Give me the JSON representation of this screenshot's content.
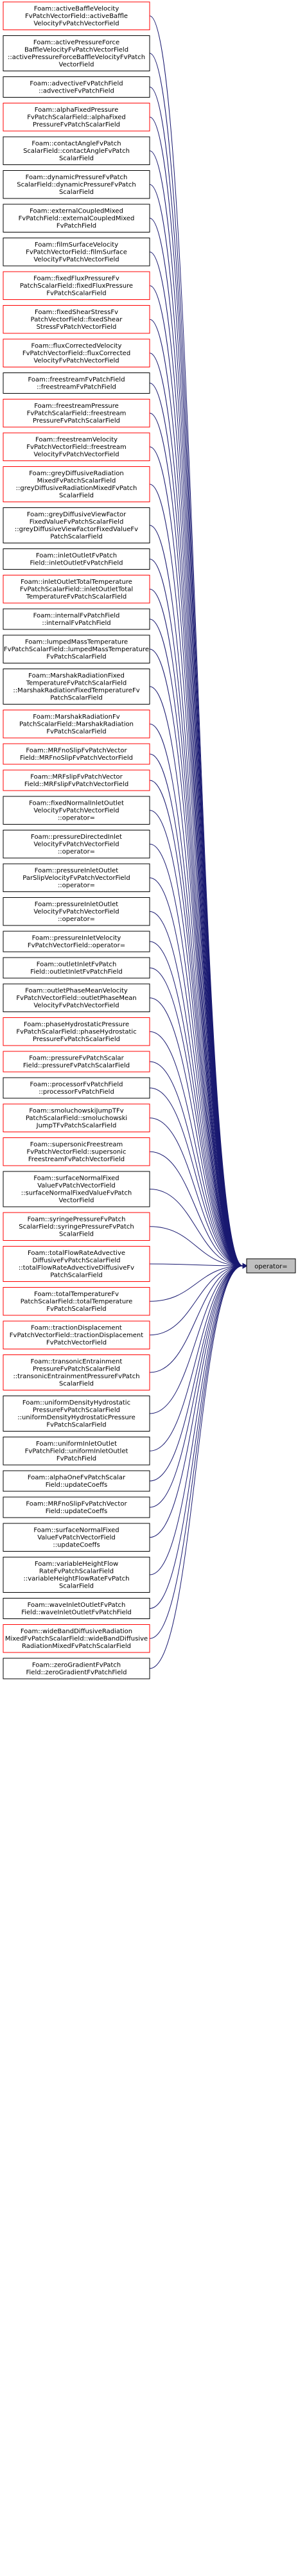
{
  "colors": {
    "edge": "#191970",
    "border_documented": "#000000",
    "border_undocumented": "#ff0000",
    "target_fill": "#bfbfbf",
    "node_fill": "#ffffff"
  },
  "target": {
    "label": "operator="
  },
  "nodes": [
    {
      "lines": [
        "Foam::activeBaffleVelocity",
        "FvPatchVectorField::activeBaffle",
        "VelocityFvPatchVectorField"
      ],
      "border": "red"
    },
    {
      "lines": [
        "Foam::activePressureForce",
        "BaffleVelocityFvPatchVectorField",
        "::activePressureForceBaffleVelocityFvPatch",
        "VectorField"
      ],
      "border": "black"
    },
    {
      "lines": [
        "Foam::advectiveFvPatchField",
        "::advectiveFvPatchField"
      ],
      "border": "black"
    },
    {
      "lines": [
        "Foam::alphaFixedPressure",
        "FvPatchScalarField::alphaFixed",
        "PressureFvPatchScalarField"
      ],
      "border": "red"
    },
    {
      "lines": [
        "Foam::contactAngleFvPatch",
        "ScalarField::contactAngleFvPatch",
        "ScalarField"
      ],
      "border": "black"
    },
    {
      "lines": [
        "Foam::dynamicPressureFvPatch",
        "ScalarField::dynamicPressureFvPatch",
        "ScalarField"
      ],
      "border": "black"
    },
    {
      "lines": [
        "Foam::externalCoupledMixed",
        "FvPatchField::externalCoupledMixed",
        "FvPatchField"
      ],
      "border": "black"
    },
    {
      "lines": [
        "Foam::filmSurfaceVelocity",
        "FvPatchVectorField::filmSurface",
        "VelocityFvPatchVectorField"
      ],
      "border": "black"
    },
    {
      "lines": [
        "Foam::fixedFluxPressureFv",
        "PatchScalarField::fixedFluxPressure",
        "FvPatchScalarField"
      ],
      "border": "red"
    },
    {
      "lines": [
        "Foam::fixedShearStressFv",
        "PatchVectorField::fixedShear",
        "StressFvPatchVectorField"
      ],
      "border": "red"
    },
    {
      "lines": [
        "Foam::fluxCorrectedVelocity",
        "FvPatchVectorField::fluxCorrected",
        "VelocityFvPatchVectorField"
      ],
      "border": "red"
    },
    {
      "lines": [
        "Foam::freestreamFvPatchField",
        "::freestreamFvPatchField"
      ],
      "border": "black"
    },
    {
      "lines": [
        "Foam::freestreamPressure",
        "FvPatchScalarField::freestream",
        "PressureFvPatchScalarField"
      ],
      "border": "red"
    },
    {
      "lines": [
        "Foam::freestreamVelocity",
        "FvPatchVectorField::freestream",
        "VelocityFvPatchVectorField"
      ],
      "border": "red"
    },
    {
      "lines": [
        "Foam::greyDiffusiveRadiation",
        "MixedFvPatchScalarField",
        "::greyDiffusiveRadiationMixedFvPatch",
        "ScalarField"
      ],
      "border": "red"
    },
    {
      "lines": [
        "Foam::greyDiffusiveViewFactor",
        "FixedValueFvPatchScalarField",
        "::greyDiffusiveViewFactorFixedValueFv",
        "PatchScalarField"
      ],
      "border": "black"
    },
    {
      "lines": [
        "Foam::inletOutletFvPatch",
        "Field::inletOutletFvPatchField"
      ],
      "border": "black"
    },
    {
      "lines": [
        "Foam::inletOutletTotalTemperature",
        "FvPatchScalarField::inletOutletTotal",
        "TemperatureFvPatchScalarField"
      ],
      "border": "red"
    },
    {
      "lines": [
        "Foam::internalFvPatchField",
        "::internalFvPatchField"
      ],
      "border": "black"
    },
    {
      "lines": [
        "Foam::lumpedMassTemperature",
        "FvPatchScalarField::lumpedMassTemperature",
        "FvPatchScalarField"
      ],
      "border": "black"
    },
    {
      "lines": [
        "Foam::MarshakRadiationFixed",
        "TemperatureFvPatchScalarField",
        "::MarshakRadiationFixedTemperatureFv",
        "PatchScalarField"
      ],
      "border": "black"
    },
    {
      "lines": [
        "Foam::MarshakRadiationFv",
        "PatchScalarField::MarshakRadiation",
        "FvPatchScalarField"
      ],
      "border": "red"
    },
    {
      "lines": [
        "Foam::MRFnoSlipFvPatchVector",
        "Field::MRFnoSlipFvPatchVectorField"
      ],
      "border": "red"
    },
    {
      "lines": [
        "Foam::MRFslipFvPatchVector",
        "Field::MRFslipFvPatchVectorField"
      ],
      "border": "red"
    },
    {
      "lines": [
        "Foam::fixedNormalInletOutlet",
        "VelocityFvPatchVectorField",
        "::operator="
      ],
      "border": "black"
    },
    {
      "lines": [
        "Foam::pressureDirectedInlet",
        "VelocityFvPatchVectorField",
        "::operator="
      ],
      "border": "black"
    },
    {
      "lines": [
        "Foam::pressureInletOutlet",
        "ParSlipVelocityFvPatchVectorField",
        "::operator="
      ],
      "border": "black"
    },
    {
      "lines": [
        "Foam::pressureInletOutlet",
        "VelocityFvPatchVectorField",
        "::operator="
      ],
      "border": "black"
    },
    {
      "lines": [
        "Foam::pressureInletVelocity",
        "FvPatchVectorField::operator="
      ],
      "border": "black"
    },
    {
      "lines": [
        "Foam::outletInletFvPatch",
        "Field::outletInletFvPatchField"
      ],
      "border": "black"
    },
    {
      "lines": [
        "Foam::outletPhaseMeanVelocity",
        "FvPatchVectorField::outletPhaseMean",
        "VelocityFvPatchVectorField"
      ],
      "border": "black"
    },
    {
      "lines": [
        "Foam::phaseHydrostaticPressure",
        "FvPatchScalarField::phaseHydrostatic",
        "PressureFvPatchScalarField"
      ],
      "border": "red"
    },
    {
      "lines": [
        "Foam::pressureFvPatchScalar",
        "Field::pressureFvPatchScalarField"
      ],
      "border": "red"
    },
    {
      "lines": [
        "Foam::processorFvPatchField",
        "::processorFvPatchField"
      ],
      "border": "black"
    },
    {
      "lines": [
        "Foam::smoluchowskiJumpTFv",
        "PatchScalarField::smoluchowski",
        "JumpTFvPatchScalarField"
      ],
      "border": "red"
    },
    {
      "lines": [
        "Foam::supersonicFreestream",
        "FvPatchVectorField::supersonic",
        "FreestreamFvPatchVectorField"
      ],
      "border": "red"
    },
    {
      "lines": [
        "Foam::surfaceNormalFixed",
        "ValueFvPatchVectorField",
        "::surfaceNormalFixedValueFvPatch",
        "VectorField"
      ],
      "border": "black"
    },
    {
      "lines": [
        "Foam::syringePressureFvPatch",
        "ScalarField::syringePressureFvPatch",
        "ScalarField"
      ],
      "border": "red"
    },
    {
      "lines": [
        "Foam::totalFlowRateAdvective",
        "DiffusiveFvPatchScalarField",
        "::totalFlowRateAdvectiveDiffusiveFv",
        "PatchScalarField"
      ],
      "border": "red"
    },
    {
      "lines": [
        "Foam::totalTemperatureFv",
        "PatchScalarField::totalTemperature",
        "FvPatchScalarField"
      ],
      "border": "red"
    },
    {
      "lines": [
        "Foam::tractionDisplacement",
        "FvPatchVectorField::tractionDisplacement",
        "FvPatchVectorField"
      ],
      "border": "red"
    },
    {
      "lines": [
        "Foam::transonicEntrainment",
        "PressureFvPatchScalarField",
        "::transonicEntrainmentPressureFvPatch",
        "ScalarField"
      ],
      "border": "red"
    },
    {
      "lines": [
        "Foam::uniformDensityHydrostatic",
        "PressureFvPatchScalarField",
        "::uniformDensityHydrostaticPressure",
        "FvPatchScalarField"
      ],
      "border": "black"
    },
    {
      "lines": [
        "Foam::uniformInletOutlet",
        "FvPatchField::uniformInletOutlet",
        "FvPatchField"
      ],
      "border": "black"
    },
    {
      "lines": [
        "Foam::alphaOneFvPatchScalar",
        "Field::updateCoeffs"
      ],
      "border": "black"
    },
    {
      "lines": [
        "Foam::MRFnoSlipFvPatchVector",
        "Field::updateCoeffs"
      ],
      "border": "black"
    },
    {
      "lines": [
        "Foam::surfaceNormalFixed",
        "ValueFvPatchVectorField",
        "::updateCoeffs"
      ],
      "border": "black"
    },
    {
      "lines": [
        "Foam::variableHeightFlow",
        "RateFvPatchScalarField",
        "::variableHeightFlowRateFvPatch",
        "ScalarField"
      ],
      "border": "black"
    },
    {
      "lines": [
        "Foam::waveInletOutletFvPatch",
        "Field::waveInletOutletFvPatchField"
      ],
      "border": "black"
    },
    {
      "lines": [
        "Foam::wideBandDiffusiveRadiation",
        "MixedFvPatchScalarField::wideBandDiffusive",
        "RadiationMixedFvPatchScalarField"
      ],
      "border": "red"
    },
    {
      "lines": [
        "Foam::zeroGradientFvPatch",
        "Field::zeroGradientFvPatchField"
      ],
      "border": "black"
    }
  ]
}
